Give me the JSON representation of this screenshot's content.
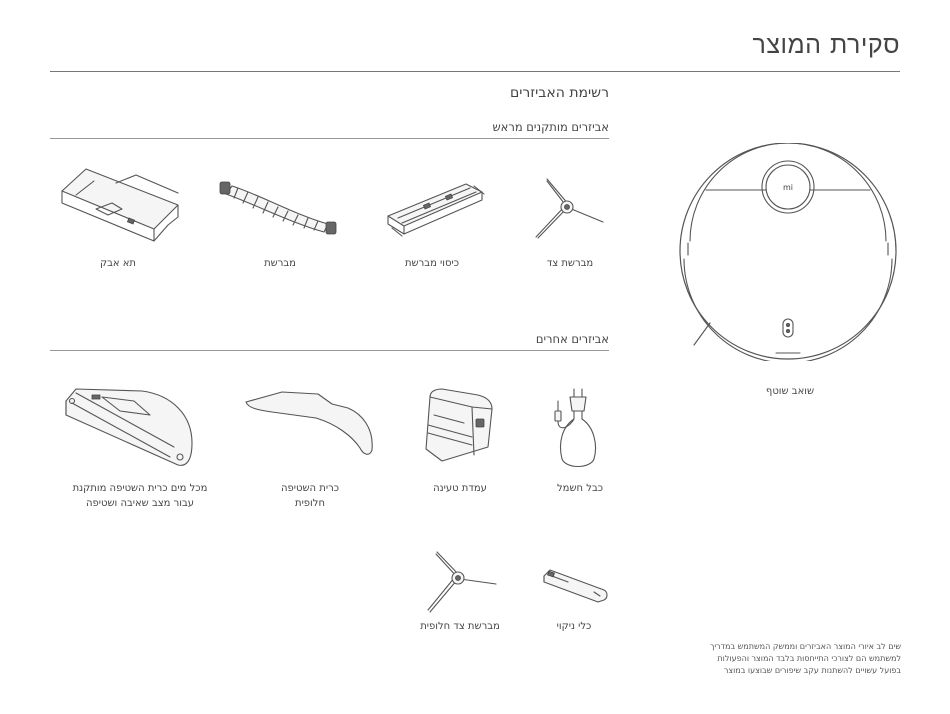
{
  "page": {
    "title": "סקירת המוצר",
    "subtitle": "רשימת האביזרים"
  },
  "sections": {
    "preinstalled": {
      "heading": "אביזרים מותקנים מראש",
      "items": [
        {
          "label": "מברשת צד",
          "icon": "side-brush-icon"
        },
        {
          "label": "כיסוי מברשת",
          "icon": "brush-cover-icon"
        },
        {
          "label": "מברשת",
          "icon": "main-brush-icon"
        },
        {
          "label": "תא אבק",
          "icon": "dust-bin-icon"
        }
      ]
    },
    "other": {
      "heading": "אביזרים אחרים",
      "items": [
        {
          "label": "כבל חשמל",
          "icon": "power-cord-icon"
        },
        {
          "label": "עמדת טעינה",
          "icon": "charging-dock-icon"
        },
        {
          "label": "כרית השטיפה",
          "label_line2": "חלופית",
          "icon": "mop-pad-icon"
        },
        {
          "label": "מכל מים  כרית השטיפה מותקנת",
          "label_line2": "עבור מצב שאיבה ושטיפה",
          "icon": "water-tank-icon"
        },
        {
          "label": "כלי ניקוי",
          "icon": "cleaning-tool-icon"
        },
        {
          "label": "מברשת צד  חלופית",
          "icon": "side-brush-icon"
        }
      ]
    }
  },
  "vacuum": {
    "label": "שואב שוטף",
    "logo": "mi",
    "icon": "robot-vacuum-icon"
  },
  "note": {
    "line1": "שים לב  איורי המוצר האביזרים וממשק המשתמש במדריך",
    "line2": "למשתמש הם לצורכי התייחסות בלבד המוצר והפעולות",
    "line3": "בפועל עשויים להשתנות עקב שיפורים שבוצעו במוצר"
  }
}
